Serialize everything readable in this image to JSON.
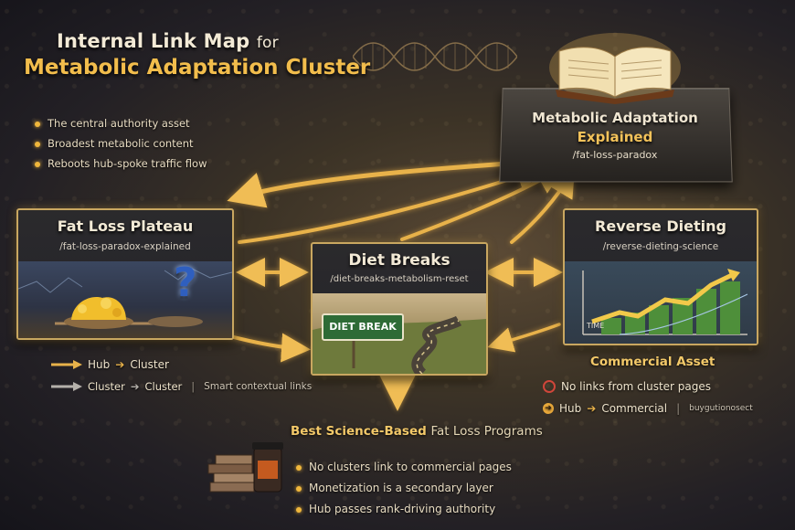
{
  "header": {
    "title_line1_main": "Internal Link Map",
    "title_line1_small": "for",
    "title_line2": "Metabolic Adaptation Cluster"
  },
  "hub_notes": [
    "The central authority asset",
    "Broadest metabolic content",
    "Reboots hub-spoke traffic flow"
  ],
  "hub": {
    "title_line1": "Metabolic Adaptation",
    "title_line2": "Explained",
    "url": "/fat-loss-paradox"
  },
  "cards": {
    "plateau": {
      "title": "Fat Loss Plateau",
      "url": "/fat-loss-paradox-explained",
      "glyph": "?"
    },
    "diet_breaks": {
      "title": "Diet Breaks",
      "url": "/diet-breaks-metabolism-reset",
      "sign": "DIET BREAK"
    },
    "reverse": {
      "title": "Reverse Dieting",
      "url": "/reverse-dieting-science",
      "axis_label": "TIME"
    }
  },
  "legend": {
    "hub_cluster_a": "Hub",
    "hub_cluster_b": "Cluster",
    "cluster_cluster_a": "Cluster",
    "cluster_cluster_b": "Cluster",
    "smart": "Smart contextual links"
  },
  "commercial": {
    "title": "Commercial Asset",
    "no_links": "No links from cluster pages",
    "hub_commercial_a": "Hub",
    "hub_commercial_b": "Commercial",
    "dim_note": "buygutionosect"
  },
  "bottom": {
    "title_bold": "Best Science-Based",
    "title_lite": "Fat Loss Programs",
    "items": [
      "No clusters link to commercial pages",
      "Monetization is a secondary layer",
      "Hub passes rank-driving authority"
    ]
  },
  "colors": {
    "accent": "#f0b73c",
    "card_border": "#c9a760",
    "arrow_gold": "#e8b24a",
    "arrow_grey": "#b4b0aa",
    "red_marker": "#d0463a"
  }
}
